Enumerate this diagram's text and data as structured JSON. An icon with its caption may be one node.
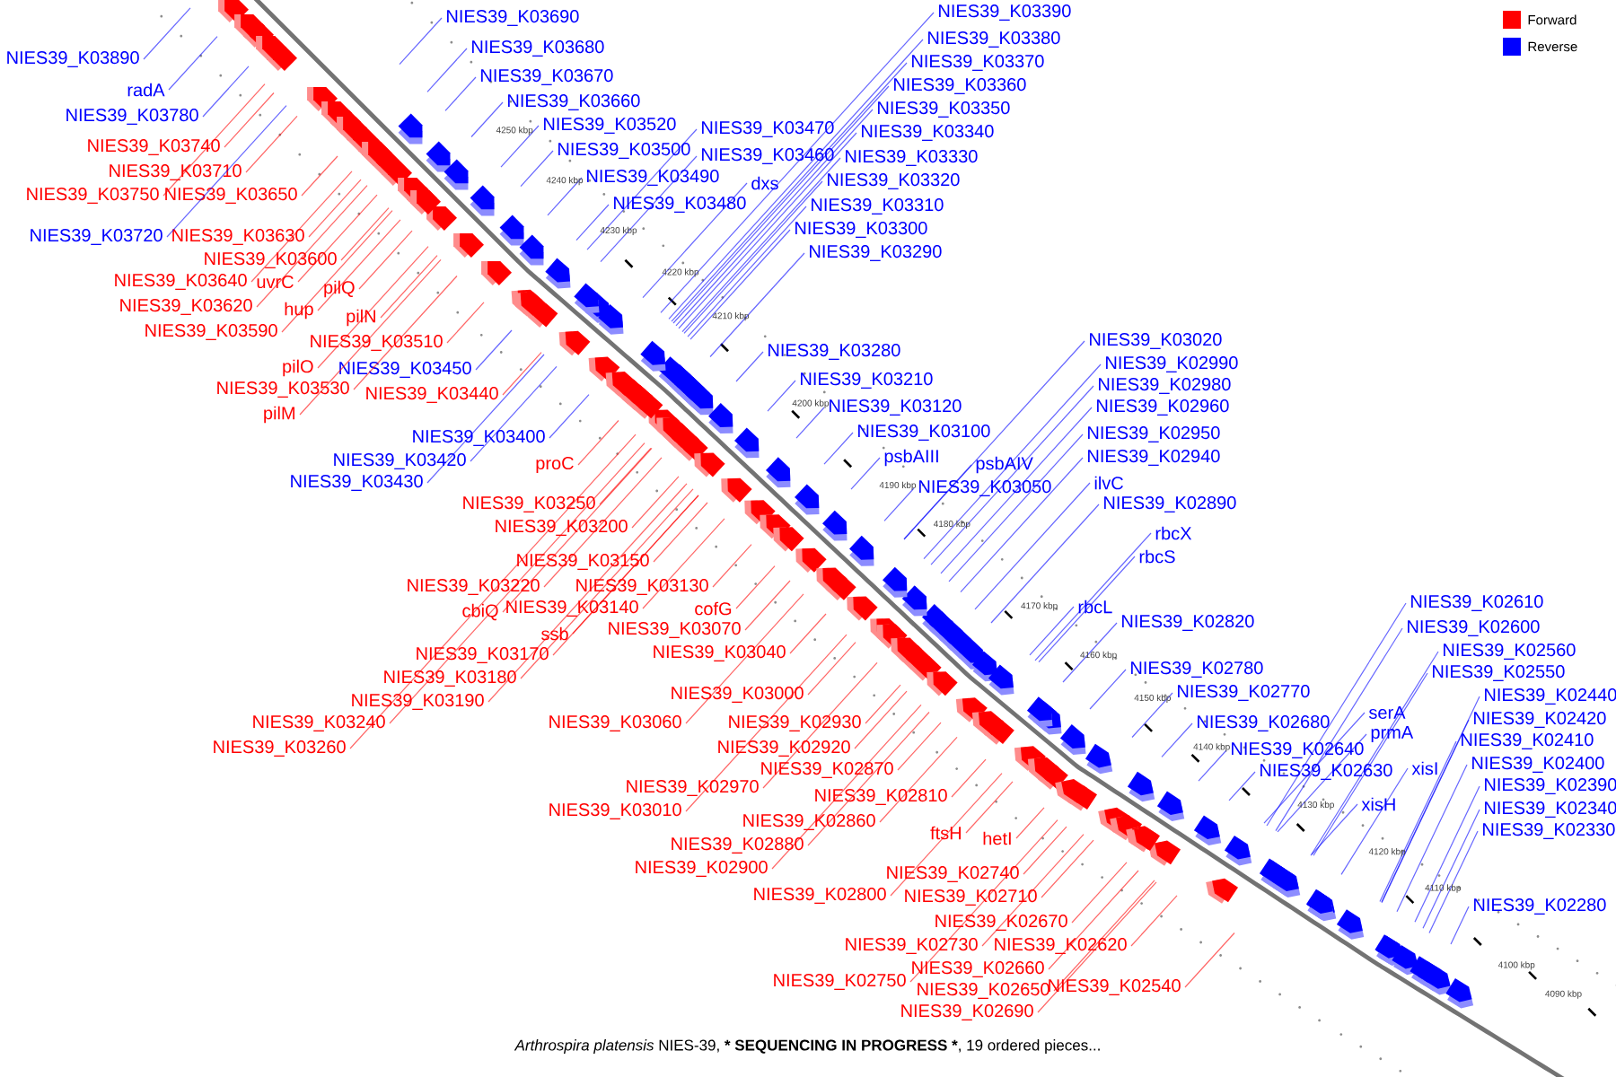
{
  "diagram": {
    "caption": "*Arthrospira platensis* NIES-39, *** SEQUENCING IN PROGRESS ***, 19 ordered pieces...",
    "nodes": [
      {
        "text": [
          "NIES39_K03390"
        ]
      },
      {
        "text": [
          "NIES39_K03690"
        ]
      },
      {
        "text": [
          "NIES39_K03380"
        ]
      },
      {
        "text": [
          "NIES39_K03680"
        ]
      },
      {
        "text": [
          "NIES39_K03890"
        ]
      },
      {
        "text": [
          "NIES39_K03370"
        ]
      },
      {
        "text": [
          "NIES39_K03670"
        ]
      },
      {
        "text": [
          "NIES39_K03360"
        ]
      },
      {
        "text": [
          "radA"
        ]
      },
      {
        "text": [
          "NIES39_K03660"
        ]
      },
      {
        "text": [
          "NIES39_K03350"
        ]
      },
      {
        "text": [
          "NIES39_K03780"
        ]
      },
      {
        "text": [
          "NIES39_K03520"
        ]
      },
      {
        "text": [
          "NIES39_K03470"
        ]
      },
      {
        "text": [
          "NIES39_K03340"
        ]
      },
      {
        "text": [
          "NIES39_K03740"
        ]
      },
      {
        "text": [
          "NIES39_K03500"
        ]
      },
      {
        "text": [
          "NIES39_K03460"
        ]
      },
      {
        "text": [
          "NIES39_K03330"
        ]
      },
      {
        "text": [
          "NIES39_K03710"
        ]
      },
      {
        "text": [
          "NIES39_K03490"
        ]
      },
      {
        "text": [
          "dxs"
        ]
      },
      {
        "text": [
          "NIES39_K03320"
        ]
      },
      {
        "text": [
          "NIES39_K03750"
        ]
      },
      {
        "text": [
          "NIES39_K03650"
        ]
      },
      {
        "text": [
          "NIES39_K03480"
        ]
      },
      {
        "text": [
          "NIES39_K03310"
        ]
      },
      {
        "text": [
          "NIES39_K03300"
        ]
      },
      {
        "text": [
          "NIES39_K03720"
        ]
      },
      {
        "text": [
          "NIES39_K03630"
        ]
      },
      {
        "text": [
          "NIES39_K03290"
        ]
      },
      {
        "text": [
          "NIES39_K03600"
        ]
      },
      {
        "text": [
          "NIES39_K03640"
        ]
      },
      {
        "text": [
          "uvrC"
        ]
      },
      {
        "text": [
          "pilQ"
        ]
      },
      {
        "text": [
          "NIES39_K03620"
        ]
      },
      {
        "text": [
          "hup"
        ]
      },
      {
        "text": [
          "pilN"
        ]
      },
      {
        "text": [
          "NIES39_K03590"
        ]
      },
      {
        "text": [
          "NIES39_K03510"
        ]
      },
      {
        "text": [
          "NIES39_K03020"
        ]
      },
      {
        "text": [
          "NIES39_K03280"
        ]
      },
      {
        "text": [
          "NIES39_K02990"
        ]
      },
      {
        "text": [
          "pilO"
        ]
      },
      {
        "text": [
          "NIES39_K03450"
        ]
      },
      {
        "text": [
          "NIES39_K03210"
        ]
      },
      {
        "text": [
          "NIES39_K02980"
        ]
      },
      {
        "text": [
          "NIES39_K03530"
        ]
      },
      {
        "text": [
          "NIES39_K03440"
        ]
      },
      {
        "text": [
          "NIES39_K03120"
        ]
      },
      {
        "text": [
          "NIES39_K02960"
        ]
      },
      {
        "text": [
          "pilM"
        ]
      },
      {
        "text": [
          "NIES39_K03100"
        ]
      },
      {
        "text": [
          "NIES39_K02950"
        ]
      },
      {
        "text": [
          "NIES39_K03400"
        ]
      },
      {
        "text": [
          "psbAIII"
        ]
      },
      {
        "text": [
          "NIES39_K02940"
        ]
      },
      {
        "text": [
          "NIES39_K03420"
        ]
      },
      {
        "text": [
          "proC"
        ]
      },
      {
        "text": [
          "psbAIV"
        ]
      },
      {
        "text": [
          "ilvC"
        ]
      },
      {
        "text": [
          "NIES39_K03430"
        ]
      },
      {
        "text": [
          "NIES39_K03050"
        ]
      },
      {
        "text": [
          "NIES39_K03250"
        ]
      },
      {
        "text": [
          "NIES39_K02890"
        ]
      },
      {
        "text": [
          "NIES39_K03200"
        ]
      },
      {
        "text": [
          "rbcX"
        ]
      },
      {
        "text": [
          "rbcS"
        ]
      },
      {
        "text": [
          "NIES39_K03150"
        ]
      },
      {
        "text": [
          "NIES39_K03220"
        ]
      },
      {
        "text": [
          "NIES39_K03130"
        ]
      },
      {
        "text": [
          "NIES39_K02610"
        ]
      },
      {
        "text": [
          "NIES39_K03140"
        ]
      },
      {
        "text": [
          "cbiQ"
        ]
      },
      {
        "text": [
          "cofG"
        ]
      },
      {
        "text": [
          "rbcL"
        ]
      },
      {
        "text": [
          "NIES39_K02820"
        ]
      },
      {
        "text": [
          "NIES39_K02600"
        ]
      },
      {
        "text": [
          "ssb"
        ]
      },
      {
        "text": [
          "NIES39_K03070"
        ]
      },
      {
        "text": [
          "NIES39_K02560"
        ]
      },
      {
        "text": [
          "NIES39_K03040"
        ]
      },
      {
        "text": [
          "NIES39_K03170"
        ]
      },
      {
        "text": [
          "NIES39_K02780"
        ]
      },
      {
        "text": [
          "NIES39_K02550"
        ]
      },
      {
        "text": [
          "NIES39_K03180"
        ]
      },
      {
        "text": [
          "NIES39_K03000"
        ]
      },
      {
        "text": [
          "NIES39_K02770"
        ]
      },
      {
        "text": [
          "NIES39_K02440"
        ]
      },
      {
        "text": [
          "NIES39_K03190"
        ]
      },
      {
        "text": [
          "serA"
        ]
      },
      {
        "text": [
          "NIES39_K02420"
        ]
      },
      {
        "text": [
          "NIES39_K03240"
        ]
      },
      {
        "text": [
          "NIES39_K03060"
        ]
      },
      {
        "text": [
          "NIES39_K02930"
        ]
      },
      {
        "text": [
          "NIES39_K02680"
        ]
      },
      {
        "text": [
          "prmA"
        ]
      },
      {
        "text": [
          "NIES39_K02410"
        ]
      },
      {
        "text": [
          "NIES39_K03260"
        ]
      },
      {
        "text": [
          "NIES39_K02920"
        ]
      },
      {
        "text": [
          "NIES39_K02640"
        ]
      },
      {
        "text": [
          "NIES39_K02400"
        ]
      },
      {
        "text": [
          "xisI"
        ]
      },
      {
        "text": [
          "NIES39_K02870"
        ]
      },
      {
        "text": [
          "NIES39_K02630"
        ]
      },
      {
        "text": [
          "NIES39_K02390"
        ]
      },
      {
        "text": [
          "NIES39_K02970"
        ]
      },
      {
        "text": [
          "NIES39_K02810"
        ]
      },
      {
        "text": [
          "NIES39_K02340"
        ]
      },
      {
        "text": [
          "NIES39_K03010"
        ]
      },
      {
        "text": [
          "NIES39_K02860"
        ]
      },
      {
        "text": [
          "NIES39_K02330"
        ]
      },
      {
        "text": [
          "ftsH"
        ]
      },
      {
        "text": [
          "hetI"
        ]
      },
      {
        "text": [
          "xisH"
        ]
      },
      {
        "text": [
          "NIES39_K02880"
        ]
      },
      {
        "text": [
          "NIES39_K02900"
        ]
      },
      {
        "text": [
          "NIES39_K02740"
        ]
      },
      {
        "text": [
          "NIES39_K02800"
        ]
      },
      {
        "text": [
          "NIES39_K02710"
        ]
      },
      {
        "text": [
          "NIES39_K02670"
        ]
      },
      {
        "text": [
          "NIES39_K02280"
        ]
      },
      {
        "text": [
          "NIES39_K02730"
        ]
      },
      {
        "text": [
          "NIES39_K02620"
        ]
      },
      {
        "text": [
          "NIES39_K02660"
        ]
      },
      {
        "text": [
          "NIES39_K02750"
        ]
      },
      {
        "text": [
          "NIES39_K02540"
        ]
      },
      {
        "text": [
          "NIES39_K02650"
        ]
      },
      {
        "text": [
          "NIES39_K02690"
        ]
      }
    ],
    "edges": [
      {
        "from": 0,
        "to": null,
        "arrow": "none"
      },
      {
        "from": 1,
        "to": null,
        "arrow": "none"
      },
      {
        "from": 2,
        "to": null,
        "arrow": "none"
      },
      {
        "from": 3,
        "to": null,
        "arrow": "none"
      },
      {
        "from": 4,
        "to": null,
        "arrow": "none"
      },
      {
        "from": 5,
        "to": null,
        "arrow": "none"
      },
      {
        "from": 6,
        "to": null,
        "arrow": "none"
      },
      {
        "from": 7,
        "to": null,
        "arrow": "none"
      },
      {
        "from": 8,
        "to": null,
        "arrow": "none"
      },
      {
        "from": 9,
        "to": null,
        "arrow": "none"
      },
      {
        "from": 10,
        "to": null,
        "arrow": "none"
      },
      {
        "from": 11,
        "to": null,
        "arrow": "none"
      },
      {
        "from": 12,
        "to": null,
        "arrow": "none"
      },
      {
        "from": 13,
        "to": null,
        "arrow": "none"
      },
      {
        "from": 14,
        "to": null,
        "arrow": "none"
      },
      {
        "from": 15,
        "to": null,
        "arrow": "none",
        "color": "#ff0000"
      },
      {
        "from": 16,
        "to": null,
        "arrow": "none"
      },
      {
        "from": 17,
        "to": null,
        "arrow": "none"
      },
      {
        "from": 18,
        "to": null,
        "arrow": "none"
      },
      {
        "from": 19,
        "to": null,
        "arrow": "none",
        "color": "#ff0000"
      },
      {
        "from": 20,
        "to": null,
        "arrow": "none"
      },
      {
        "from": 21,
        "to": null,
        "arrow": "none"
      },
      {
        "from": 22,
        "to": null,
        "arrow": "none"
      },
      {
        "from": 23,
        "to": null,
        "arrow": "none",
        "color": "#ff0000"
      },
      {
        "from": 24,
        "to": null,
        "arrow": "none",
        "color": "#ff0000"
      },
      {
        "from": 25,
        "to": null,
        "arrow": "none"
      },
      {
        "from": 26,
        "to": null,
        "arrow": "none"
      },
      {
        "from": 27,
        "to": null,
        "arrow": "none"
      },
      {
        "from": 28,
        "to": null,
        "arrow": "none"
      },
      {
        "from": 29,
        "to": null,
        "arrow": "none",
        "color": "#ff0000"
      },
      {
        "from": 30,
        "to": null,
        "arrow": "none"
      },
      {
        "from": 31,
        "to": null,
        "arrow": "none",
        "color": "#ff0000"
      },
      {
        "from": 32,
        "to": null,
        "arrow": "none",
        "color": "#ff0000"
      },
      {
        "from": 33,
        "to": null,
        "arrow": "none",
        "color": "#ff0000"
      },
      {
        "from": 34,
        "to": null,
        "arrow": "none",
        "color": "#ff0000"
      },
      {
        "from": 35,
        "to": null,
        "arrow": "none",
        "color": "#ff0000"
      },
      {
        "from": 36,
        "to": null,
        "arrow": "none",
        "color": "#ff0000"
      },
      {
        "from": 37,
        "to": null,
        "arrow": "none",
        "color": "#ff0000"
      },
      {
        "from": 38,
        "to": null,
        "arrow": "none",
        "color": "#ff0000"
      },
      {
        "from": 39,
        "to": null,
        "arrow": "none",
        "color": "#ff0000"
      },
      {
        "from": 40,
        "to": null,
        "arrow": "none"
      },
      {
        "from": 41,
        "to": null,
        "arrow": "none"
      },
      {
        "from": 42,
        "to": null,
        "arrow": "none"
      },
      {
        "from": 43,
        "to": null,
        "arrow": "none",
        "color": "#ff0000"
      },
      {
        "from": 44,
        "to": null,
        "arrow": "none"
      },
      {
        "from": 45,
        "to": null,
        "arrow": "none"
      },
      {
        "from": 46,
        "to": null,
        "arrow": "none"
      },
      {
        "from": 47,
        "to": null,
        "arrow": "none",
        "color": "#ff0000"
      },
      {
        "from": 48,
        "to": null,
        "arrow": "none",
        "color": "#ff0000"
      },
      {
        "from": 49,
        "to": null,
        "arrow": "none"
      },
      {
        "from": 50,
        "to": null,
        "arrow": "none"
      },
      {
        "from": 51,
        "to": null,
        "arrow": "none",
        "color": "#ff0000"
      },
      {
        "from": 52,
        "to": null,
        "arrow": "none"
      },
      {
        "from": 53,
        "to": null,
        "arrow": "none"
      },
      {
        "from": 54,
        "to": null,
        "arrow": "none"
      },
      {
        "from": 55,
        "to": null,
        "arrow": "none"
      },
      {
        "from": 56,
        "to": null,
        "arrow": "none"
      },
      {
        "from": 57,
        "to": null,
        "arrow": "none"
      },
      {
        "from": 58,
        "to": null,
        "arrow": "none",
        "color": "#ff0000"
      },
      {
        "from": 59,
        "to": null,
        "arrow": "none"
      },
      {
        "from": 60,
        "to": null,
        "arrow": "none"
      },
      {
        "from": 61,
        "to": null,
        "arrow": "none"
      },
      {
        "from": 62,
        "to": null,
        "arrow": "none"
      },
      {
        "from": 63,
        "to": null,
        "arrow": "none",
        "color": "#ff0000"
      },
      {
        "from": 64,
        "to": null,
        "arrow": "none"
      },
      {
        "from": 65,
        "to": null,
        "arrow": "none",
        "color": "#ff0000"
      },
      {
        "from": 66,
        "to": null,
        "arrow": "none"
      },
      {
        "from": 67,
        "to": null,
        "arrow": "none"
      },
      {
        "from": 68,
        "to": null,
        "arrow": "none",
        "color": "#ff0000"
      },
      {
        "from": 69,
        "to": null,
        "arrow": "none",
        "color": "#ff0000"
      },
      {
        "from": 70,
        "to": null,
        "arrow": "none",
        "color": "#ff0000"
      },
      {
        "from": 71,
        "to": null,
        "arrow": "none"
      },
      {
        "from": 72,
        "to": null,
        "arrow": "none",
        "color": "#ff0000"
      },
      {
        "from": 73,
        "to": null,
        "arrow": "none",
        "color": "#ff0000"
      },
      {
        "from": 74,
        "to": null,
        "arrow": "none",
        "color": "#ff0000"
      },
      {
        "from": 75,
        "to": null,
        "arrow": "none"
      },
      {
        "from": 76,
        "to": null,
        "arrow": "none"
      },
      {
        "from": 77,
        "to": null,
        "arrow": "none"
      },
      {
        "from": 78,
        "to": null,
        "arrow": "none",
        "color": "#ff0000"
      },
      {
        "from": 79,
        "to": null,
        "arrow": "none",
        "color": "#ff0000"
      },
      {
        "from": 80,
        "to": null,
        "arrow": "none"
      },
      {
        "from": 81,
        "to": null,
        "arrow": "none",
        "color": "#ff0000"
      },
      {
        "from": 82,
        "to": null,
        "arrow": "none",
        "color": "#ff0000"
      },
      {
        "from": 83,
        "to": null,
        "arrow": "none"
      },
      {
        "from": 84,
        "to": null,
        "arrow": "none"
      },
      {
        "from": 85,
        "to": null,
        "arrow": "none",
        "color": "#ff0000"
      },
      {
        "from": 86,
        "to": null,
        "arrow": "none",
        "color": "#ff0000"
      },
      {
        "from": 87,
        "to": null,
        "arrow": "none"
      },
      {
        "from": 88,
        "to": null,
        "arrow": "none"
      },
      {
        "from": 89,
        "to": null,
        "arrow": "none",
        "color": "#ff0000"
      },
      {
        "from": 90,
        "to": null,
        "arrow": "none"
      },
      {
        "from": 91,
        "to": null,
        "arrow": "none"
      },
      {
        "from": 92,
        "to": null,
        "arrow": "none",
        "color": "#ff0000"
      },
      {
        "from": 93,
        "to": null,
        "arrow": "none",
        "color": "#ff0000"
      },
      {
        "from": 94,
        "to": null,
        "arrow": "none",
        "color": "#ff0000"
      },
      {
        "from": 95,
        "to": null,
        "arrow": "none"
      },
      {
        "from": 96,
        "to": null,
        "arrow": "none"
      },
      {
        "from": 97,
        "to": null,
        "arrow": "none"
      },
      {
        "from": 98,
        "to": null,
        "arrow": "none",
        "color": "#ff0000"
      },
      {
        "from": 99,
        "to": null,
        "arrow": "none",
        "color": "#ff0000"
      },
      {
        "from": 100,
        "to": null,
        "arrow": "none"
      },
      {
        "from": 101,
        "to": null,
        "arrow": "none"
      },
      {
        "from": 102,
        "to": null,
        "arrow": "none"
      },
      {
        "from": 103,
        "to": null,
        "arrow": "none",
        "color": "#ff0000"
      },
      {
        "from": 104,
        "to": null,
        "arrow": "none"
      },
      {
        "from": 105,
        "to": null,
        "arrow": "none"
      },
      {
        "from": 106,
        "to": null,
        "arrow": "none",
        "color": "#ff0000"
      },
      {
        "from": 107,
        "to": null,
        "arrow": "none",
        "color": "#ff0000"
      },
      {
        "from": 108,
        "to": null,
        "arrow": "none"
      },
      {
        "from": 109,
        "to": null,
        "arrow": "none",
        "color": "#ff0000"
      },
      {
        "from": 110,
        "to": null,
        "arrow": "none",
        "color": "#ff0000"
      },
      {
        "from": 111,
        "to": null,
        "arrow": "none"
      },
      {
        "from": 112,
        "to": null,
        "arrow": "none",
        "color": "#ff0000"
      },
      {
        "from": 113,
        "to": null,
        "arrow": "none",
        "color": "#ff0000"
      },
      {
        "from": 114,
        "to": null,
        "arrow": "none"
      },
      {
        "from": 115,
        "to": null,
        "arrow": "none",
        "color": "#ff0000"
      },
      {
        "from": 116,
        "to": null,
        "arrow": "none",
        "color": "#ff0000"
      },
      {
        "from": 117,
        "to": null,
        "arrow": "none",
        "color": "#ff0000"
      },
      {
        "from": 118,
        "to": null,
        "arrow": "none",
        "color": "#ff0000"
      },
      {
        "from": 119,
        "to": null,
        "arrow": "none",
        "color": "#ff0000"
      },
      {
        "from": 120,
        "to": null,
        "arrow": "none",
        "color": "#ff0000"
      },
      {
        "from": 121,
        "to": null,
        "arrow": "none"
      },
      {
        "from": 122,
        "to": null,
        "arrow": "none",
        "color": "#ff0000"
      },
      {
        "from": 123,
        "to": null,
        "arrow": "none",
        "color": "#ff0000"
      },
      {
        "from": 124,
        "to": null,
        "arrow": "none",
        "color": "#ff0000"
      },
      {
        "from": 125,
        "to": null,
        "arrow": "none",
        "color": "#ff0000"
      },
      {
        "from": 126,
        "to": null,
        "arrow": "none",
        "color": "#ff0000"
      },
      {
        "from": 127,
        "to": null,
        "arrow": "none",
        "color": "#ff0000"
      },
      {
        "from": 128,
        "to": null,
        "arrow": "none",
        "color": "#ff0000"
      }
    ],
    "labels": [
      "4250 kbp",
      "4240 kbp",
      "4230 kbp",
      "4220 kbp",
      "4210 kbp",
      "4200 kbp",
      "4190 kbp",
      "4180 kbp",
      "4170 kbp",
      "4160 kbp",
      "4150 kbp",
      "4140 kbp",
      "4130 kbp",
      "4120 kbp",
      "4110 kbp",
      "4100 kbp",
      "4090 kbp"
    ],
    "legend": [
      {
        "text": "Forward",
        "color": "#ff0000"
      },
      {
        "text": "Reverse",
        "color": "#0000ff"
      }
    ]
  }
}
